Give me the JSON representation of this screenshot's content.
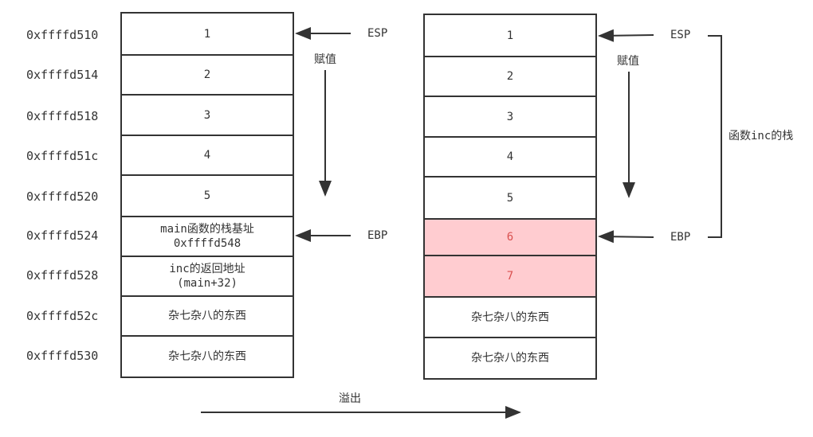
{
  "addresses": [
    "0xffffd510",
    "0xffffd514",
    "0xffffd518",
    "0xffffd51c",
    "0xffffd520",
    "0xffffd524",
    "0xffffd528",
    "0xffffd52c",
    "0xffffd530"
  ],
  "left_stack": [
    [
      "1"
    ],
    [
      "2"
    ],
    [
      "3"
    ],
    [
      "4"
    ],
    [
      "5"
    ],
    [
      "main函数的栈基址",
      "0xffffd548"
    ],
    [
      "inc的返回地址",
      "(main+32)"
    ],
    [
      "杂七杂八的东西"
    ],
    [
      "杂七杂八的东西"
    ]
  ],
  "right_stack": [
    [
      "1"
    ],
    [
      "2"
    ],
    [
      "3"
    ],
    [
      "4"
    ],
    [
      "5"
    ],
    [
      "6"
    ],
    [
      "7"
    ],
    [
      "杂七杂八的东西"
    ],
    [
      "杂七杂八的东西"
    ]
  ],
  "right_highlighted": [
    5,
    6
  ],
  "labels": {
    "esp": "ESP",
    "ebp": "EBP",
    "assign": "赋值",
    "overflow": "溢出",
    "inc_stack": "函数inc的栈"
  },
  "colors": {
    "highlight_fill": "#ffccd0",
    "highlight_text": "#d9504f",
    "line": "#333333"
  }
}
